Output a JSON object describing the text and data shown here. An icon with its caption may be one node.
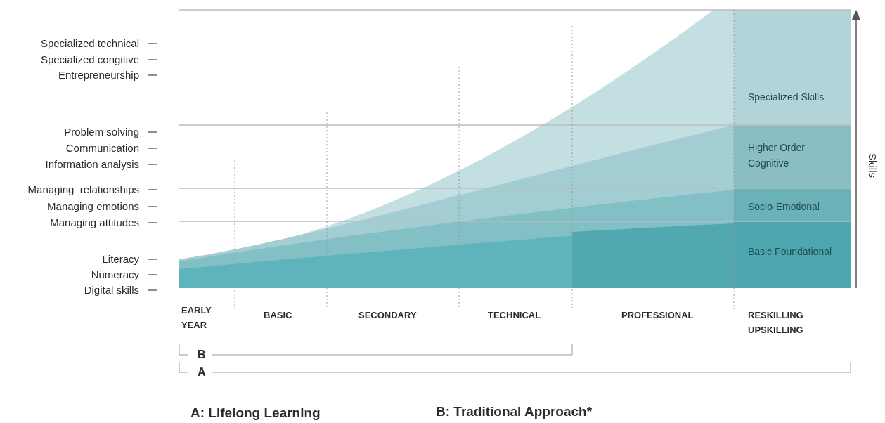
{
  "diagram": {
    "labels": [
      "Specialized technical",
      "Specialized congitive",
      "Entrepreneurship",
      "Problem solving",
      "Communication",
      "Information analysis",
      "Managing  relationships",
      "Managing emotions",
      "Managing attitudes",
      "Literacy",
      "Numeracy",
      "Digital skills",
      "Specialized Skills",
      "Higher Order Cognitive",
      "Socio-Emotional",
      "Basic Foundational",
      "Skills",
      "EARLY YEAR",
      "BASIC",
      "SECONDARY",
      "TECHNICAL",
      "PROFESSIONAL",
      "RESKILLING UPSKILLING",
      "B",
      "A",
      "A: Lifelong Learning",
      "B: Traditional Approach*"
    ]
  }
}
